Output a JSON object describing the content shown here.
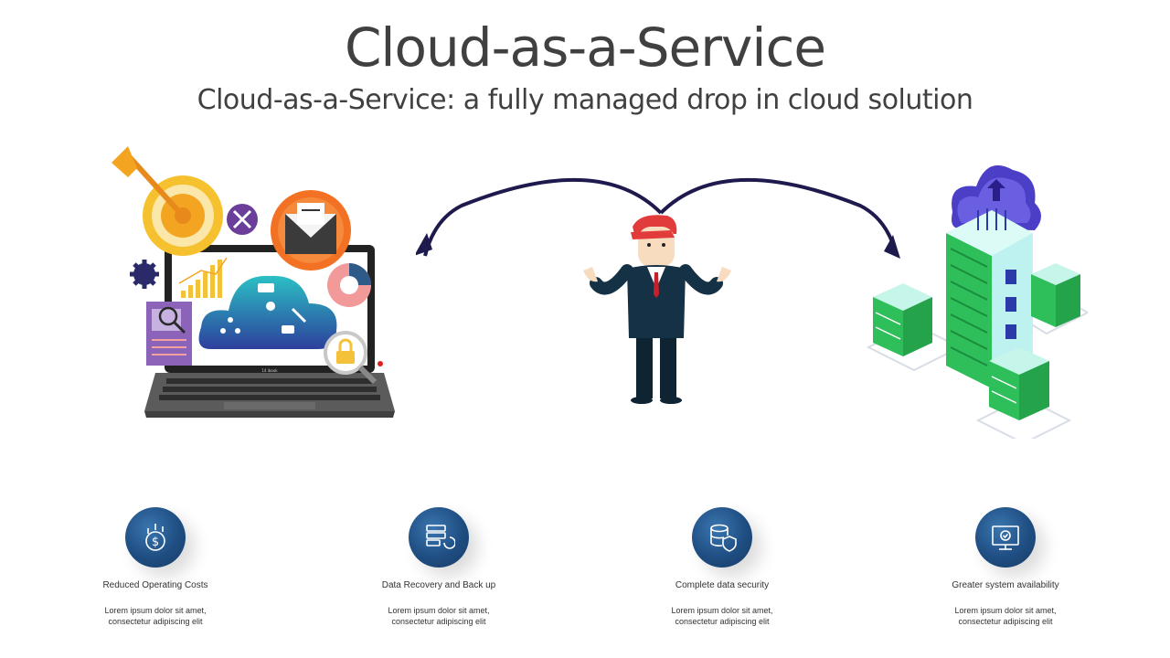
{
  "header": {
    "title": "Cloud-as-a-Service",
    "subtitle": "Cloud-as-a-Service: a fully managed drop in cloud solution"
  },
  "laptop": {
    "brand_text": "14 ibook"
  },
  "features": [
    {
      "label": "Reduced Operating  Costs",
      "desc_1": "Lorem ipsum dolor sit amet,",
      "desc_2": "consectetur adipiscing elit",
      "icon": "dollar-chart-icon"
    },
    {
      "label": "Data Recovery and Back up",
      "desc_1": "Lorem ipsum dolor sit amet,",
      "desc_2": "consectetur adipiscing elit",
      "icon": "server-backup-icon"
    },
    {
      "label": "Complete  data security",
      "desc_1": "Lorem ipsum dolor sit amet,",
      "desc_2": "consectetur adipiscing elit",
      "icon": "database-shield-icon"
    },
    {
      "label": "Greater system availability",
      "desc_1": "Lorem ipsum dolor sit amet,",
      "desc_2": "consectetur adipiscing elit",
      "icon": "monitor-check-icon"
    }
  ],
  "colors": {
    "badge": "#1f4e82",
    "arrow": "#1e1a4d",
    "server_green": "#2fbf5a",
    "cloud_purple": "#4b3fc7"
  }
}
